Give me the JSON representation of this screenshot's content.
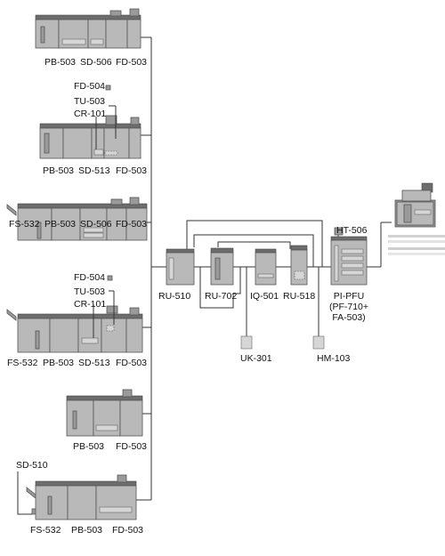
{
  "configs": [
    {
      "labels": [
        "PB-503",
        "SD-506",
        "FD-503"
      ]
    },
    {
      "options": [
        "FD-504",
        "TU-503",
        "CR-101"
      ],
      "labels": [
        "PB-503",
        "SD-513",
        "FD-503"
      ]
    },
    {
      "labels": [
        "FS-532",
        "PB-503",
        "SD-506",
        "FD-503"
      ]
    },
    {
      "options": [
        "FD-504",
        "TU-503",
        "CR-101"
      ],
      "labels": [
        "FS-532",
        "PB-503",
        "SD-513",
        "FD-503"
      ]
    },
    {
      "labels": [
        "PB-503",
        "FD-503"
      ]
    },
    {
      "options": [
        "SD-510"
      ],
      "labels": [
        "FS-532",
        "PB-503",
        "FD-503"
      ]
    }
  ],
  "chain": {
    "ru510": "RU-510",
    "ru702": "RU-702",
    "iq501": "IQ-501",
    "ru518": "RU-518",
    "ht506": "HT-506",
    "pipfu_line1": "PI-PFU",
    "pipfu_line2": "(PF-710+",
    "pipfu_line3": "FA-503)",
    "uk301": "UK-301",
    "hm103": "HM-103"
  }
}
